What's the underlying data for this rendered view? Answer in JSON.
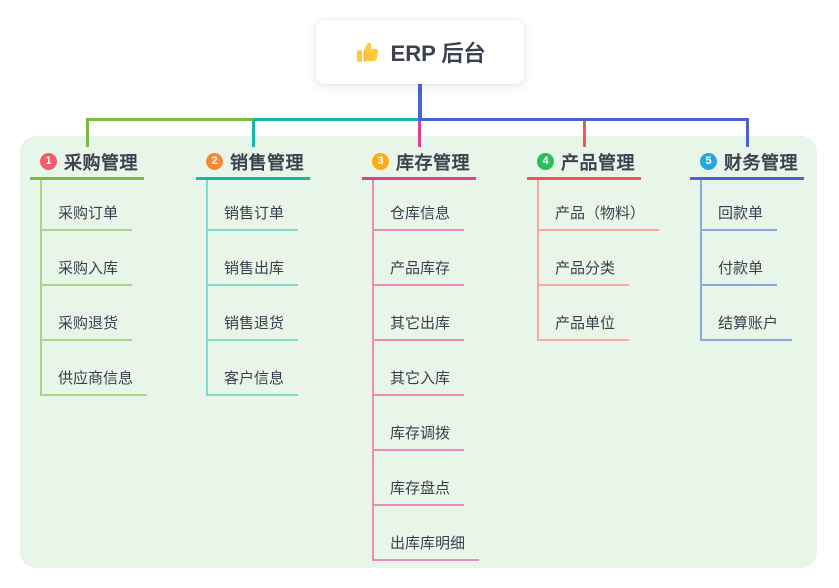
{
  "root": {
    "title": "ERP 后台",
    "icon": "thumbs-up-icon"
  },
  "branches": [
    {
      "index": "1",
      "label": "采购管理",
      "badge_color": "#F15B6C",
      "line_color": "#7CB93E",
      "child_line_color": "#ABD489",
      "children": [
        "采购订单",
        "采购入库",
        "采购退货",
        "供应商信息"
      ]
    },
    {
      "index": "2",
      "label": "销售管理",
      "badge_color": "#F58A3C",
      "line_color": "#12B9A4",
      "child_line_color": "#82D9CE",
      "children": [
        "销售订单",
        "销售出库",
        "销售退货",
        "客户信息"
      ]
    },
    {
      "index": "3",
      "label": "库存管理",
      "badge_color": "#FBAC18",
      "line_color": "#E03D8E",
      "child_line_color": "#F08ABE",
      "children": [
        "仓库信息",
        "产品库存",
        "其它出库",
        "其它入库",
        "库存调拨",
        "库存盘点",
        "出库库明细"
      ]
    },
    {
      "index": "4",
      "label": "产品管理",
      "badge_color": "#2EBD5B",
      "line_color": "#F2594B",
      "child_line_color": "#F9A89E",
      "children": [
        "产品（物料）",
        "产品分类",
        "产品单位"
      ]
    },
    {
      "index": "5",
      "label": "财务管理",
      "badge_color": "#29A5DB",
      "line_color": "#4C61D2",
      "child_line_color": "#8FA6E5",
      "children": [
        "回款单",
        "付款单",
        "结算账户"
      ]
    }
  ],
  "colors": {
    "canvas_bg": "#FFFFFF",
    "panel_bg": "#E8F6E9",
    "root_line": "#4C61D2",
    "text": "#3C4150"
  }
}
